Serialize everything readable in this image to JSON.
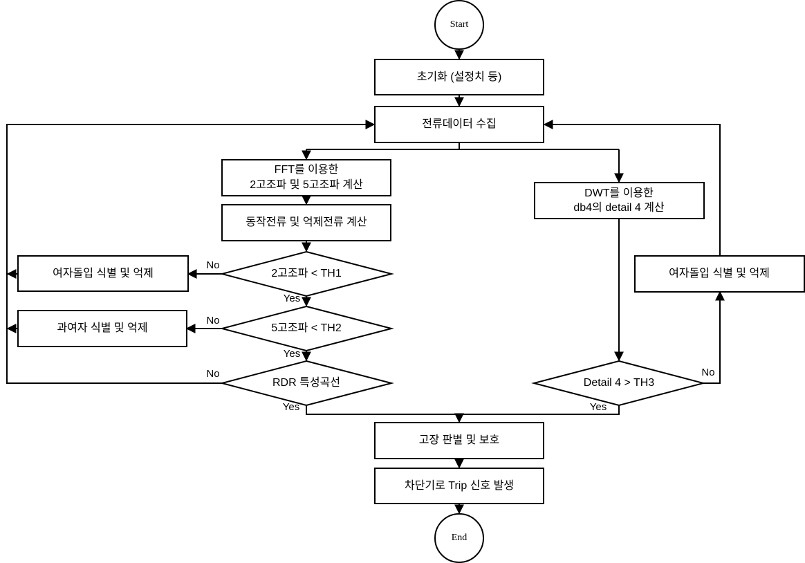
{
  "nodes": {
    "start": "Start",
    "init": "초기화 (설정치 등)",
    "collect": "전류데이터 수집",
    "fft_line1": "FFT를 이용한",
    "fft_line2": "2고조파 및 5고조파 계산",
    "op_calc": "동작전류 및 억제전류 계산",
    "dwt_line1": "DWT를 이용한",
    "dwt_line2": "db4의 detail 4 계산",
    "inrush_left": "여자돌입 식별 및 억제",
    "overexc": "과여자 식별 및 억제",
    "inrush_right": "여자돌입 식별 및 억제",
    "dec_h2": "2고조파 < TH1",
    "dec_h5": "5고조파 < TH2",
    "dec_rdr": "RDR 특성곡선",
    "dec_detail": "Detail 4 > TH3",
    "fault": "고장 판별 및 보호",
    "trip": "차단기로 Trip 신호 발생",
    "end": "End"
  },
  "edge_labels": {
    "h2_no": "No",
    "h2_yes": "Yes",
    "h5_no": "No",
    "h5_yes": "Yes",
    "rdr_no": "No",
    "rdr_yes": "Yes",
    "detail_no": "No",
    "detail_yes": "Yes"
  }
}
